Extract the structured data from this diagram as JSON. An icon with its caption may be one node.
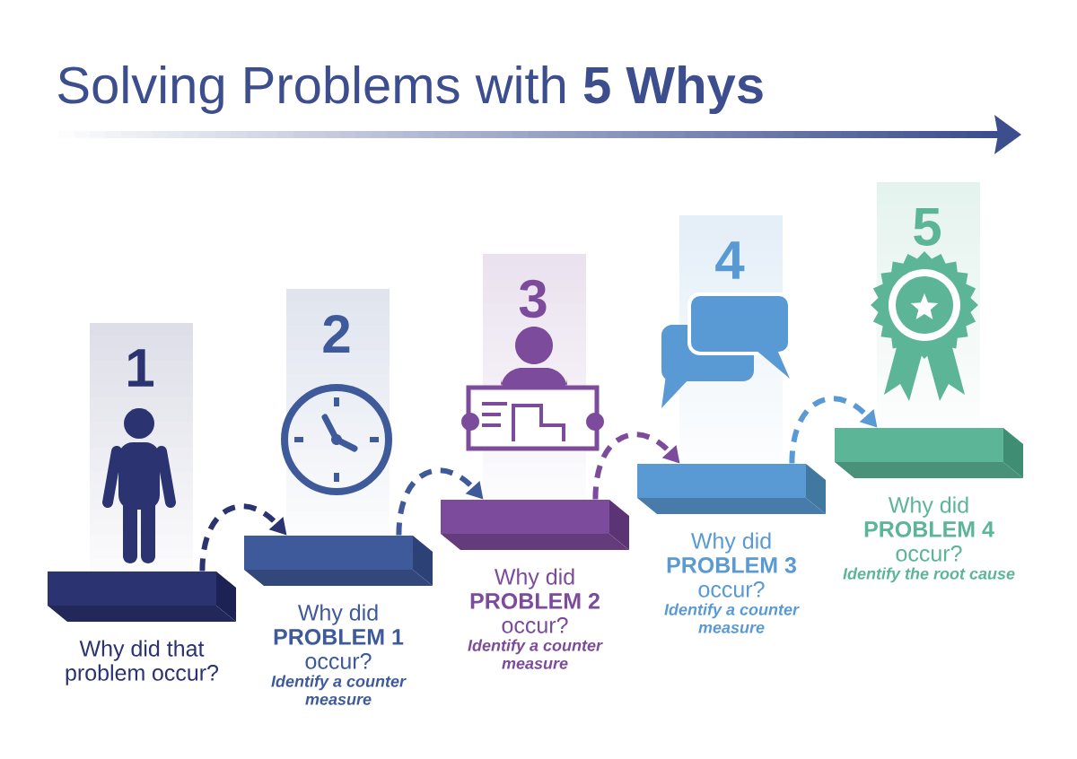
{
  "diagram": {
    "title": "Solving Problems with **5 Whys**",
    "nodes": [
      {
        "text": [
          "1"
        ]
      },
      {
        "text": [
          "Why did that problem occur?"
        ]
      },
      {
        "text": [
          "2"
        ]
      },
      {
        "text": [
          "Why did **PROBLEM 1** occur?",
          "Identify a counter measure"
        ]
      },
      {
        "text": [
          "3"
        ]
      },
      {
        "text": [
          "Why did **PROBLEM 2** occur?",
          "Identify a counter measure"
        ]
      },
      {
        "text": [
          "4"
        ]
      },
      {
        "text": [
          "Why did **PROBLEM 3** occur?",
          "Identify a counter measure"
        ]
      },
      {
        "text": [
          "5"
        ]
      },
      {
        "text": [
          "Why did **PROBLEM 4** occur?",
          "Identify the root cause"
        ]
      }
    ],
    "edges": [
      {
        "from": 1,
        "to": 3,
        "arrow": "to",
        "style": "dashed",
        "color": "#2b3370"
      },
      {
        "from": 3,
        "to": 5,
        "arrow": "to",
        "style": "dashed",
        "color": "#3f5a9a"
      },
      {
        "from": 5,
        "to": 7,
        "arrow": "to",
        "style": "dashed",
        "color": "#7d4b9b"
      },
      {
        "from": 7,
        "to": 9,
        "arrow": "to",
        "style": "dashed",
        "color": "#5a9ad4"
      }
    ]
  }
}
